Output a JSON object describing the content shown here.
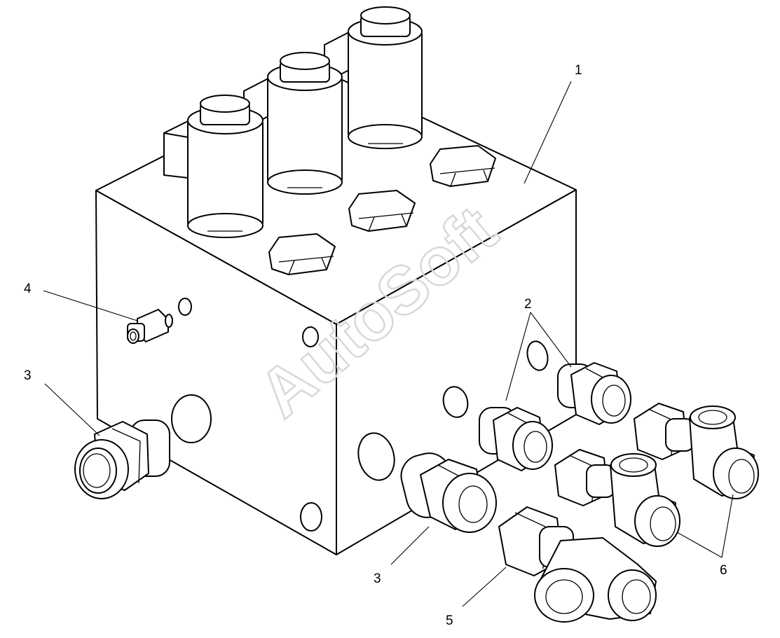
{
  "watermark": {
    "text": "AutoSoft",
    "color": "#d4d4d4"
  },
  "callouts": {
    "c1": "1",
    "c2": "2",
    "c3a": "3",
    "c3b": "3",
    "c4": "4",
    "c5": "5",
    "c6": "6"
  },
  "colors": {
    "line": "#000000",
    "background": "#ffffff"
  }
}
